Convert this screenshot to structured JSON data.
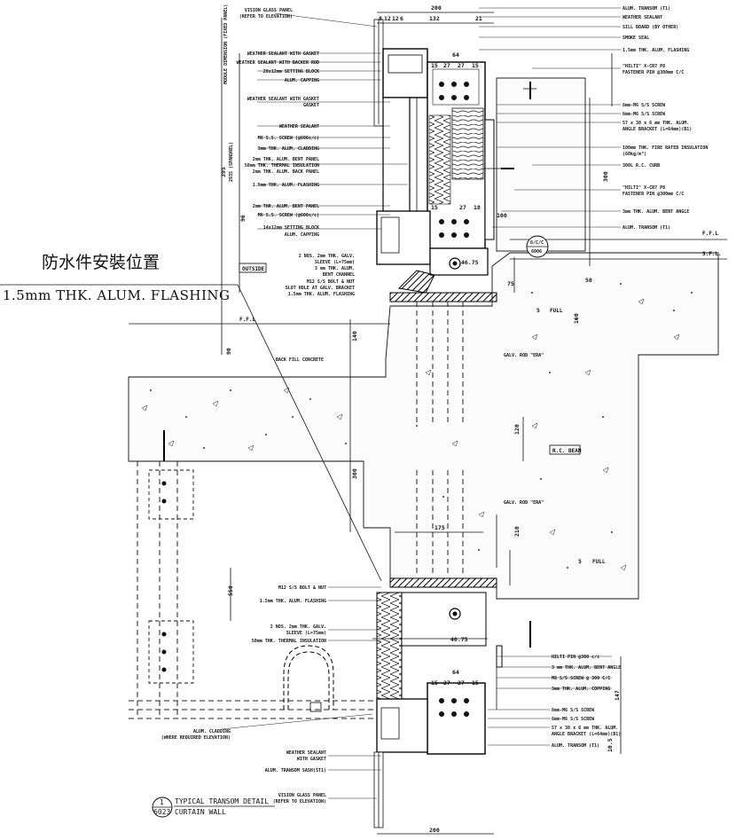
{
  "annotation": {
    "cn": "防水件安裝位置",
    "en": "1.5mm THK. ALUM. FLASHING"
  },
  "title": {
    "number": "1",
    "sheet": "6023",
    "line1": "TYPICAL TRANSOM DETAIL",
    "line2": "CURTAIN WALL"
  },
  "right_callouts": [
    "ALUM. TRANSOM (T1)",
    "WEATHER SEALANT",
    "SILL BOARD (BY OTHER)",
    "SMOKE SEAL",
    "1.5mm THK. ALUM. FLASHING",
    "\"HILTI\" X-CR7 P8",
    "FASTENER PIN @300mm C/C",
    "6mm-M6 S/S SCREW",
    "6mm-M6 S/S SCREW",
    "57 x 38 x 6 mm THK. ALUM.",
    "ANGLE BRACKET (L=64mm)(B1)",
    "100mm THK. FIRE RATED INSULATION",
    "(60kg/m³)",
    "300L R.C. CURB",
    "\"HILTI\" X-CR7 P8",
    "FASTENER PIN @300mm C/C",
    "3mm THK. ALUM. BENT ANGLE",
    "ALUM. TRANSOM (T1)"
  ],
  "left_callouts": [
    "VISION GLASS PANEL",
    "(REFER TO ELEVATION)",
    "WEATHER SEALANT WITH GASKET",
    "WEATHER SEALANT WITH BACKER ROD",
    "20x12mm SETTING BLOCK",
    "ALUM. CAPPING",
    "WEATHER SEALANT WITH GASKET",
    "GASKET",
    "WEATHER SEALANT",
    "M6 S.S. SCREW (@600c/c)",
    "3mm THK. ALUM. CLADDING",
    "2mm THK. ALUM. BENT PANEL",
    "50mm THK. THERMAL INSULATION",
    "2mm THK. ALUM. BACK PANEL",
    "1.5mm THK. ALUM. FLASHING",
    "2mm THK. ALUM. BENT PANEL",
    "M6 S.S. SCREW (@600c/c)",
    "14x12mm SETTING BLOCK",
    "ALUM. CAPPING",
    "2 NOS. 2mm THK. GALV.",
    "SLEEVE (L=75mm)",
    "3 mm THK. ALUM.",
    "BENT CHANNEL",
    "M12 S/S BOLT & NUT",
    "SLOT HOLE AT GALV. BRACKET",
    "1.5mm THK. ALUM. FLASHING",
    "BACK FILL CONCRETE"
  ],
  "lower_callouts": [
    "M12 S/S BOLT & NUT",
    "1.5mm THK. ALUM. FLASHING",
    "2 NOS. 2mm THK. GALV.",
    "SLEEVE (L=75mm)",
    "50mm THK. THERMAL INSULATION",
    "ALUM. CLADDING",
    "(WHERE REQUIRED ELEVATION)",
    "WEATHER SEALANT",
    "WITH GASKET",
    "ALUM. TRANSOM SASH(ST1)",
    "VISION GLASS PANEL",
    "(REFER TO ELEVATION)"
  ],
  "lower_right_callouts": [
    "HILTI PIN @300 c/c",
    "3 mm THK. ALUM. BENT ANGLE",
    "M8 S/S SCREW @ 300 C/C",
    "3mm THK. ALUM. COPPING",
    "6mm-M6 S/S SCREW",
    "6mm-M6 S/S SCREW",
    "57 x 38 x 6 mm THK. ALUM.",
    "ANGLE BRACKET (L=64mm)(B1)",
    "ALUM. TRANSOM (T1)"
  ],
  "labels": {
    "outside": "OUTSIDE",
    "rc_beam": "R.C. BEAM",
    "ffl_right": "F.F.L",
    "sfl_right": "S.F.L.",
    "ffl_left": "F.F.L",
    "full_1": "FULL",
    "full_2": "FULL",
    "grout_1": "GALV. ROD \"ERA\"",
    "grout_2": "GALV. ROD \"ERA\"",
    "section_ref_a": "6/C/C",
    "section_ref_b": "6006",
    "module_dim": "MODULE DIMENSION (FIXED PANEL)",
    "spandrel": "2935 (SPANDREL)"
  },
  "dimensions": {
    "top_total": "200",
    "top_parts": [
      "8",
      "12",
      "12",
      "6",
      "132",
      "21"
    ],
    "mullion_a": "64",
    "mullion_parts_a": [
      "15",
      "27",
      "27",
      "15"
    ],
    "mullion_parts_b": [
      "15",
      "27",
      "18"
    ],
    "d_100": "100",
    "d_75": "75",
    "d_50": "50",
    "d_160": "160",
    "d_46_75_a": "46.75",
    "d_140": "140",
    "d_90": "90",
    "d_300a": "300",
    "d_120": "120",
    "d_175": "175",
    "d_210": "210",
    "d_300b": "300",
    "d_550": "550",
    "d_46_75_b": "46.75",
    "mullion_b": "64",
    "mullion_parts_c": [
      "15",
      "27",
      "27",
      "15"
    ],
    "d_147": "147",
    "d_10_5": "10.5",
    "bottom_total": "200",
    "d_395": "395",
    "d_96": "96",
    "d_5a": "5",
    "d_5b": "5"
  }
}
